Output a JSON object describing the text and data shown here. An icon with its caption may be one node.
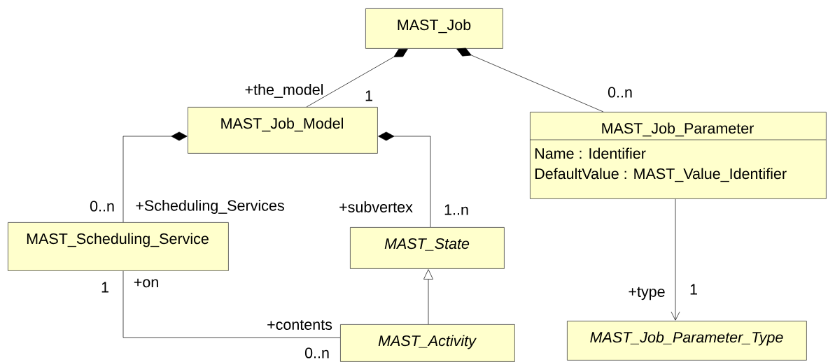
{
  "diagram": {
    "nodes": [
      {
        "text": [
          "MAST_Job"
        ]
      },
      {
        "text": [
          "MAST_Job_Model"
        ]
      },
      {
        "text": [
          "MAST_Job_Parameter",
          "Name : Identifier",
          "DefaultValue : MAST_Value_Identifier"
        ]
      },
      {
        "text": [
          "MAST_Scheduling_Service"
        ]
      },
      {
        "text": [
          "MAST_State"
        ]
      },
      {
        "text": [
          "MAST_Activity"
        ]
      },
      {
        "text": [
          "MAST_Job_Parameter_Type"
        ]
      }
    ],
    "edges": [
      {
        "from": 0,
        "to": 1,
        "arrow": "other"
      },
      {
        "from": 0,
        "to": 2,
        "arrow": "other"
      },
      {
        "from": 1,
        "to": 3,
        "arrow": "other"
      },
      {
        "from": 1,
        "to": 4,
        "arrow": "other"
      },
      {
        "from": 5,
        "to": 4,
        "arrow": "to"
      },
      {
        "from": 3,
        "to": 5,
        "arrow": "none"
      },
      {
        "from": 2,
        "to": 6,
        "arrow": "to"
      }
    ],
    "labels": [
      "+the_model",
      "1",
      "0..n",
      "0..n",
      "+Scheduling_Services",
      "+subvertex",
      "1..n",
      "1",
      "+on",
      "+type",
      "1",
      "+contents",
      "0..n"
    ]
  }
}
